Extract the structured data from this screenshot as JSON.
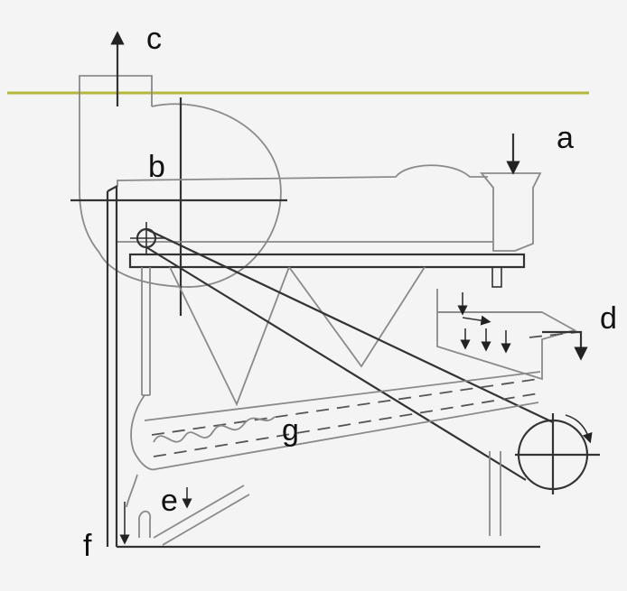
{
  "labels": {
    "a": "a",
    "b": "b",
    "c": "c",
    "d": "d",
    "e": "e",
    "f": "f",
    "g": "g"
  },
  "colors": {
    "background": "#f4f4f4",
    "line": "#333333",
    "ground_line": "#b5b83a",
    "label": "#111111"
  }
}
